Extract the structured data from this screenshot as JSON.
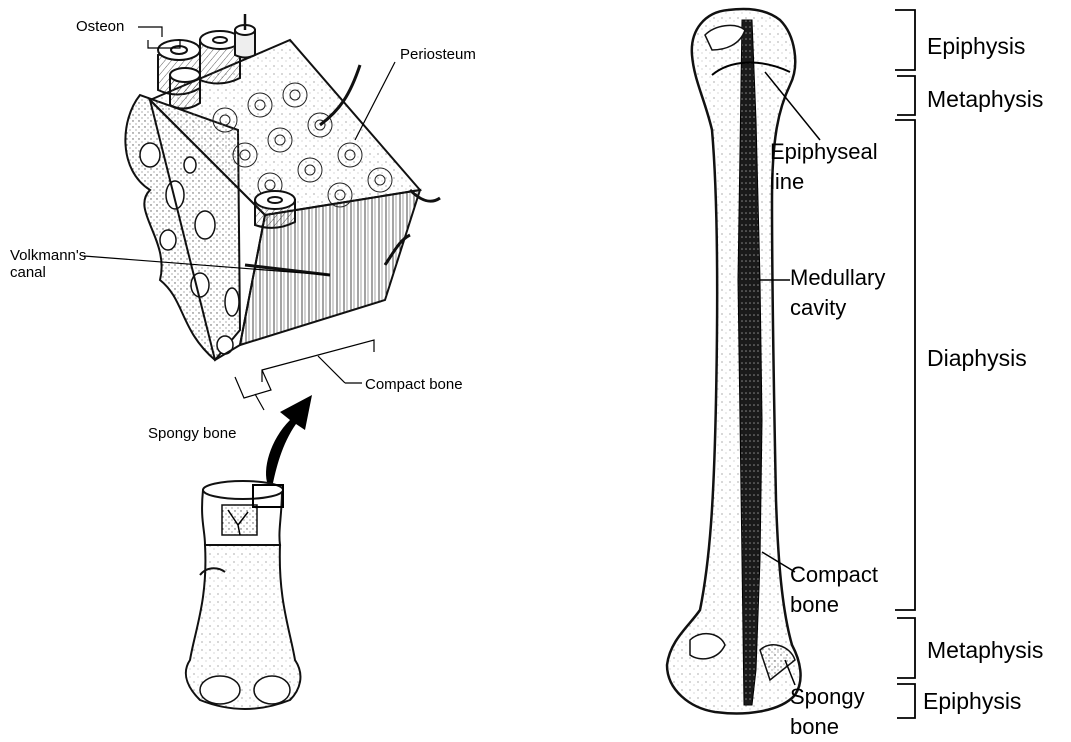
{
  "left_figure": {
    "labels": {
      "osteon": "Osteon",
      "periosteum": "Periosteum",
      "volkmanns_canal": [
        "Volkmann's",
        "canal"
      ],
      "compact_bone": "Compact bone",
      "spongy_bone": "Spongy bone"
    }
  },
  "right_figure": {
    "inner_labels": {
      "epiphyseal_line": [
        "Epiphyseal",
        "line"
      ],
      "medullary_cavity": [
        "Medullary",
        "cavity"
      ],
      "compact_bone": [
        "Compact",
        "bone"
      ],
      "spongy_bone": [
        "Spongy",
        "bone"
      ]
    },
    "region_labels": {
      "epiphysis_top": "Epiphysis",
      "metaphysis_top": "Metaphysis",
      "diaphysis": "Diaphysis",
      "metaphysis_bottom": "Metaphysis",
      "epiphysis_bottom": "Epiphysis"
    }
  }
}
